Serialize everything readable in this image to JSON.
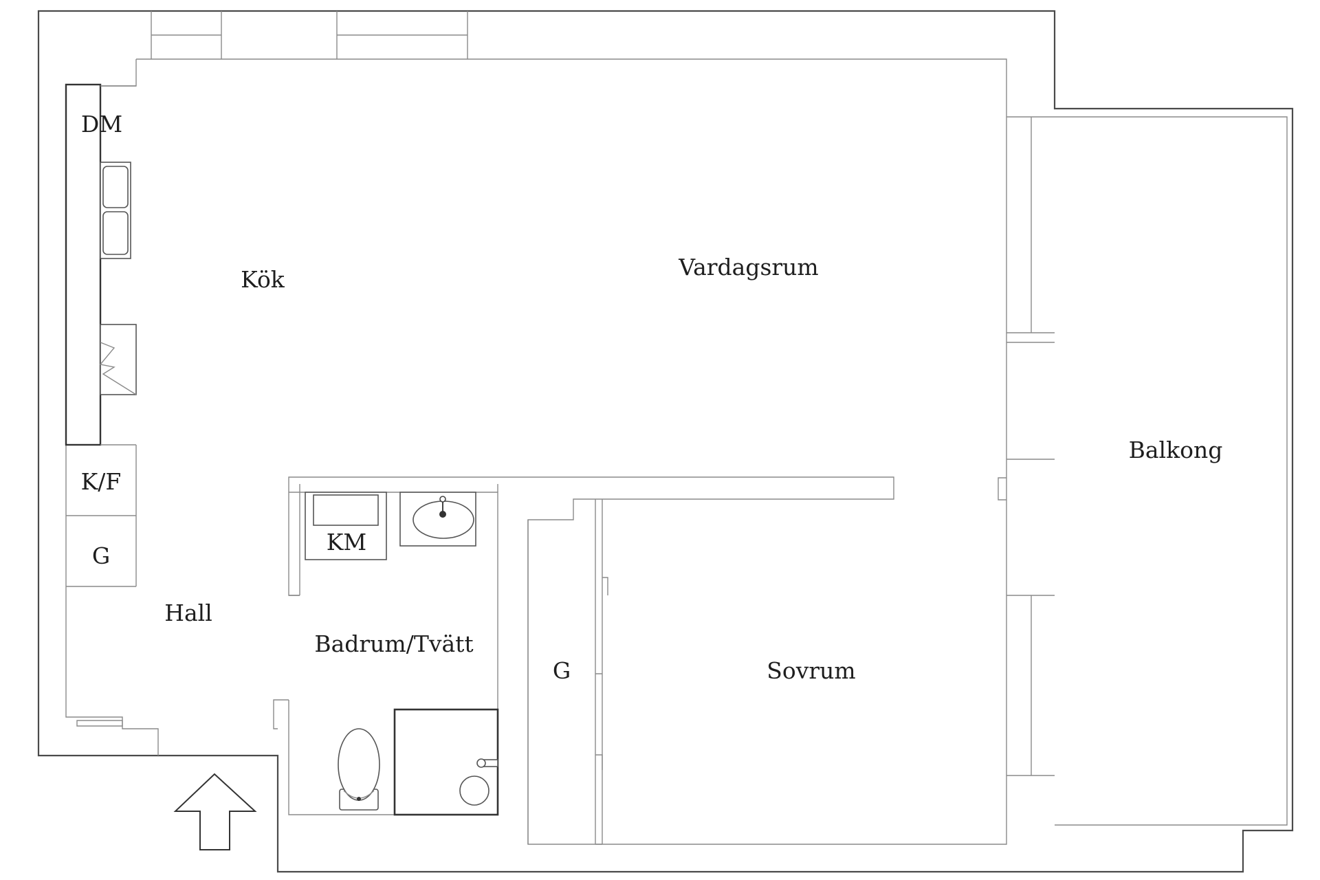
{
  "floorplan": {
    "rooms": {
      "kok": "Kök",
      "vardagsrum": "Vardagsrum",
      "balkong": "Balkong",
      "hall": "Hall",
      "badrum": "Badrum/Tvätt",
      "sovrum": "Sovrum",
      "garderob_sovrum": "G"
    },
    "fixtures": {
      "diskmaskin": "DM",
      "kyl_frys": "K/F",
      "garderob_hall": "G",
      "tvattmaskin": "KM"
    },
    "entrance_arrow": "entrance-arrow-icon"
  }
}
